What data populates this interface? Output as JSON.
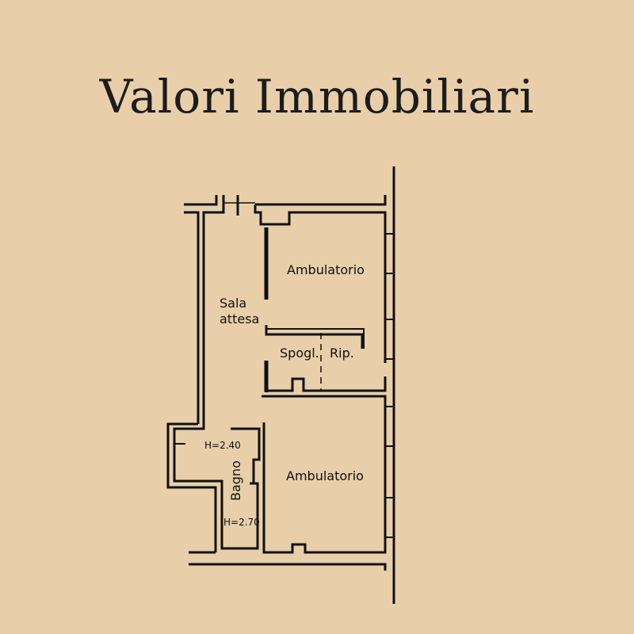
{
  "title": "Valori Immobiliari",
  "rooms": {
    "ambulatorio_top": "Ambulatorio",
    "sala_line1": "Sala",
    "sala_line2": "attesa",
    "spogl": "Spogl.",
    "rip": "Rip.",
    "ambulatorio_bottom": "Ambulatorio",
    "bagno": "Bagno",
    "h1": "H=2.40",
    "h2": "H=2.70"
  },
  "colors": {
    "background": "#E8CFAA",
    "ink": "#111111"
  }
}
